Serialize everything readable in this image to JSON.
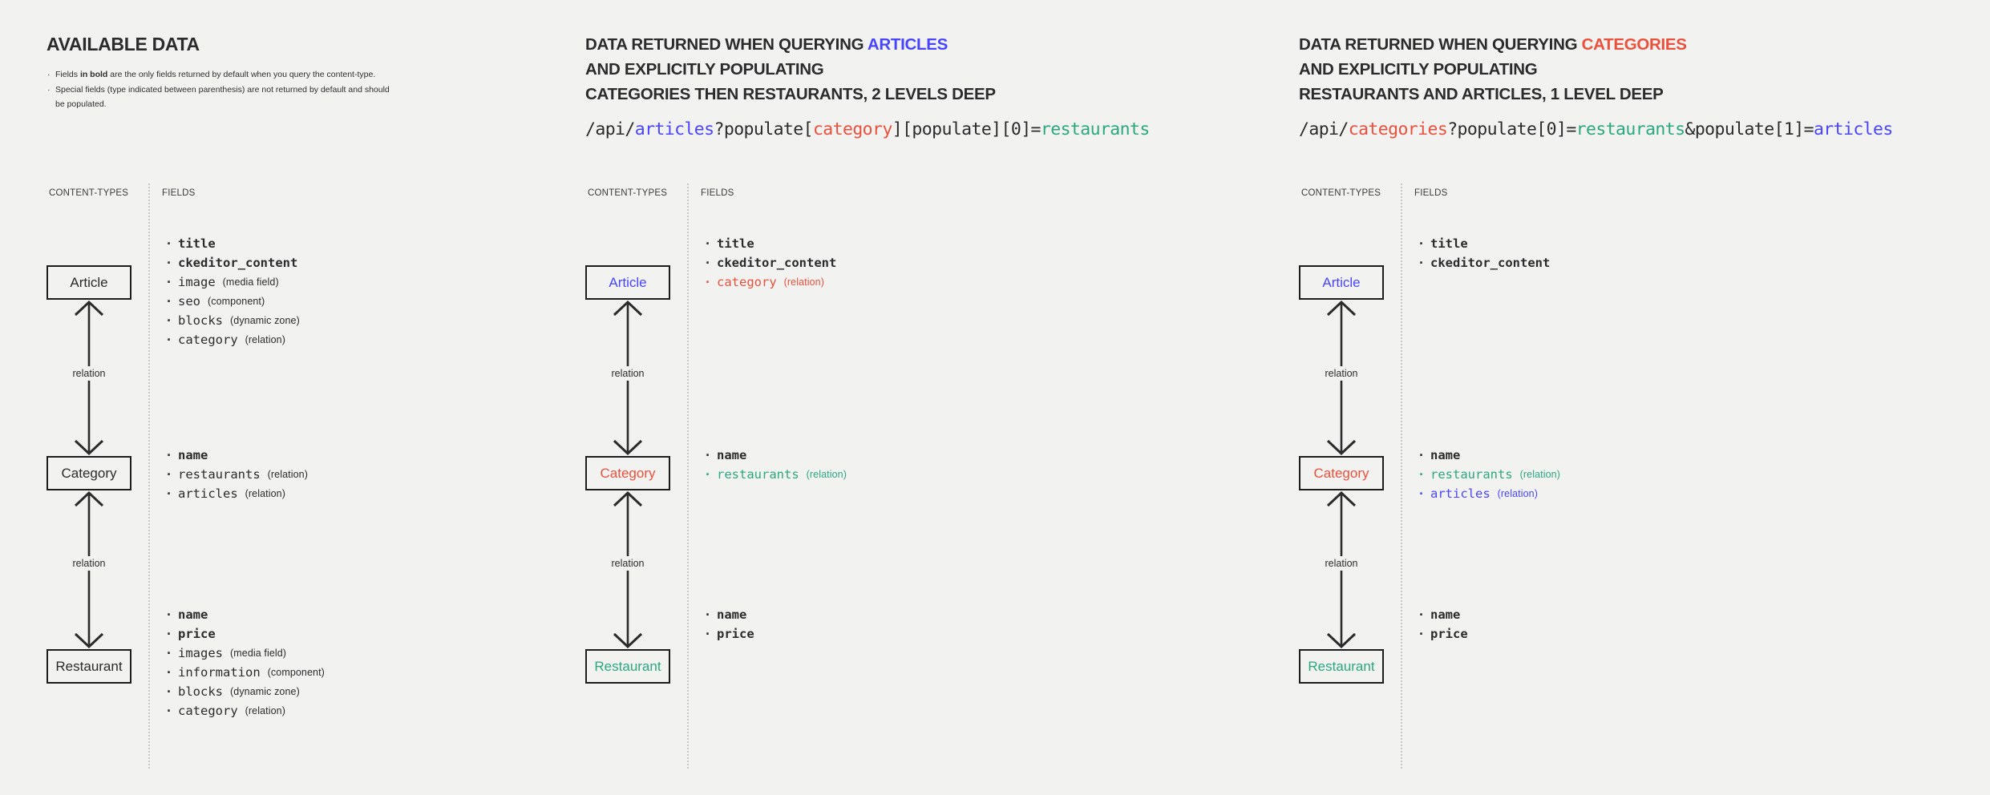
{
  "page": {
    "background": "#f2f2f1"
  },
  "colors": {
    "ink": "#2b2b2b",
    "blue": "#4945ff",
    "red": "#eb503c",
    "green": "#2aa87e"
  },
  "columns": [
    {
      "id": "available-data",
      "title_lines": [
        [
          {
            "text": "AVAILABLE DATA"
          }
        ]
      ],
      "notes": [
        {
          "parts": [
            {
              "text": "Fields "
            },
            {
              "text": "in bold",
              "bold": true
            },
            {
              "text": " are the only fields returned by default when you query the content-type."
            }
          ]
        },
        {
          "parts": [
            {
              "text": "Special fields (type indicated between parenthesis) are not returned by default and should be populated."
            }
          ]
        }
      ],
      "api_path": [],
      "headers": {
        "content_types": "CONTENT-TYPES",
        "fields": "FIELDS"
      },
      "relation_label": "relation",
      "nodes": [
        {
          "name": "Article",
          "color": null,
          "fields": [
            {
              "name": "title",
              "bold": true,
              "type": null,
              "color": null
            },
            {
              "name": "ckeditor_content",
              "bold": true,
              "type": null,
              "color": null
            },
            {
              "name": "image",
              "bold": false,
              "type": "(media field)",
              "color": null
            },
            {
              "name": "seo",
              "bold": false,
              "type": "(component)",
              "color": null
            },
            {
              "name": "blocks",
              "bold": false,
              "type": "(dynamic zone)",
              "color": null
            },
            {
              "name": "category",
              "bold": false,
              "type": "(relation)",
              "color": null
            }
          ]
        },
        {
          "name": "Category",
          "color": null,
          "fields": [
            {
              "name": "name",
              "bold": true,
              "type": null,
              "color": null
            },
            {
              "name": "restaurants",
              "bold": false,
              "type": "(relation)",
              "color": null
            },
            {
              "name": "articles",
              "bold": false,
              "type": "(relation)",
              "color": null
            }
          ]
        },
        {
          "name": "Restaurant",
          "color": null,
          "fields": [
            {
              "name": "name",
              "bold": true,
              "type": null,
              "color": null
            },
            {
              "name": "price",
              "bold": true,
              "type": null,
              "color": null
            },
            {
              "name": "images",
              "bold": false,
              "type": "(media field)",
              "color": null
            },
            {
              "name": "information",
              "bold": false,
              "type": "(component)",
              "color": null
            },
            {
              "name": "blocks",
              "bold": false,
              "type": "(dynamic zone)",
              "color": null
            },
            {
              "name": "category",
              "bold": false,
              "type": "(relation)",
              "color": null
            }
          ]
        }
      ]
    },
    {
      "id": "querying-articles",
      "title_lines": [
        [
          {
            "text": "DATA RETURNED WHEN QUERYING "
          },
          {
            "text": "ARTICLES",
            "color": "blue"
          }
        ],
        [
          {
            "text": "AND EXPLICITLY POPULATING"
          }
        ],
        [
          {
            "text": "CATEGORIES THEN RESTAURANTS, 2 LEVELS DEEP"
          }
        ]
      ],
      "notes": [],
      "api_path": [
        {
          "text": "/api/",
          "color": null
        },
        {
          "text": "articles",
          "color": "blue"
        },
        {
          "text": "?populate[",
          "color": null
        },
        {
          "text": "category",
          "color": "red"
        },
        {
          "text": "][populate][0]=",
          "color": null
        },
        {
          "text": "restaurants",
          "color": "green"
        }
      ],
      "headers": {
        "content_types": "CONTENT-TYPES",
        "fields": "FIELDS"
      },
      "relation_label": "relation",
      "nodes": [
        {
          "name": "Article",
          "color": "blue",
          "fields": [
            {
              "name": "title",
              "bold": true,
              "type": null,
              "color": null
            },
            {
              "name": "ckeditor_content",
              "bold": true,
              "type": null,
              "color": null
            },
            {
              "name": "category",
              "bold": false,
              "type": "(relation)",
              "color": "red"
            }
          ]
        },
        {
          "name": "Category",
          "color": "red",
          "fields": [
            {
              "name": "name",
              "bold": true,
              "type": null,
              "color": null
            },
            {
              "name": "restaurants",
              "bold": false,
              "type": "(relation)",
              "color": "green"
            }
          ]
        },
        {
          "name": "Restaurant",
          "color": "green",
          "fields": [
            {
              "name": "name",
              "bold": true,
              "type": null,
              "color": null
            },
            {
              "name": "price",
              "bold": true,
              "type": null,
              "color": null
            }
          ]
        }
      ]
    },
    {
      "id": "querying-categories",
      "title_lines": [
        [
          {
            "text": "DATA RETURNED WHEN QUERYING "
          },
          {
            "text": "CATEGORIES",
            "color": "red"
          }
        ],
        [
          {
            "text": "AND EXPLICITLY POPULATING"
          }
        ],
        [
          {
            "text": "RESTAURANTS AND ARTICLES, 1 LEVEL DEEP"
          }
        ]
      ],
      "notes": [],
      "api_path": [
        {
          "text": "/api/",
          "color": null
        },
        {
          "text": "categories",
          "color": "red"
        },
        {
          "text": "?populate[0]=",
          "color": null
        },
        {
          "text": "restaurants",
          "color": "green"
        },
        {
          "text": "&populate[1]=",
          "color": null
        },
        {
          "text": "articles",
          "color": "blue"
        }
      ],
      "headers": {
        "content_types": "CONTENT-TYPES",
        "fields": "FIELDS"
      },
      "relation_label": "relation",
      "nodes": [
        {
          "name": "Article",
          "color": "blue",
          "fields": [
            {
              "name": "title",
              "bold": true,
              "type": null,
              "color": null
            },
            {
              "name": "ckeditor_content",
              "bold": true,
              "type": null,
              "color": null
            }
          ]
        },
        {
          "name": "Category",
          "color": "red",
          "fields": [
            {
              "name": "name",
              "bold": true,
              "type": null,
              "color": null
            },
            {
              "name": "restaurants",
              "bold": false,
              "type": "(relation)",
              "color": "green"
            },
            {
              "name": "articles",
              "bold": false,
              "type": "(relation)",
              "color": "blue"
            }
          ]
        },
        {
          "name": "Restaurant",
          "color": "green",
          "fields": [
            {
              "name": "name",
              "bold": true,
              "type": null,
              "color": null
            },
            {
              "name": "price",
              "bold": true,
              "type": null,
              "color": null
            }
          ]
        }
      ]
    }
  ]
}
